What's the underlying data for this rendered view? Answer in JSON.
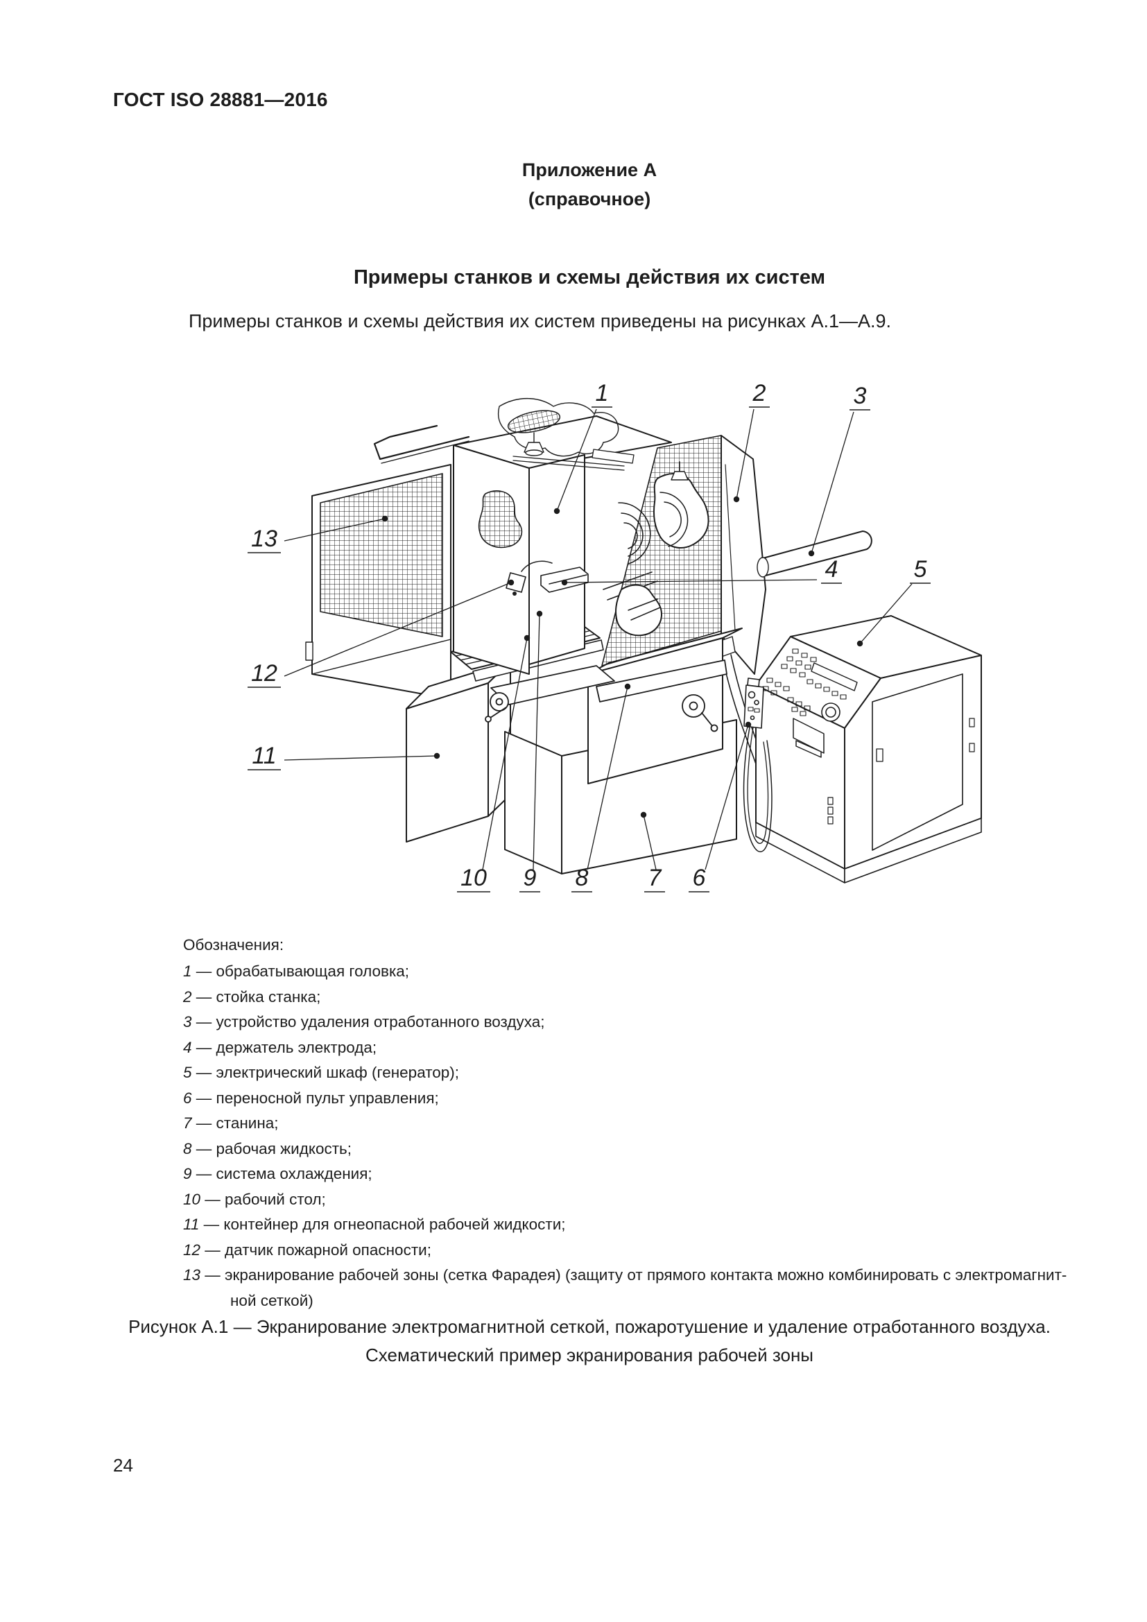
{
  "page": {
    "header": "ГОСТ ISO 28881—2016",
    "appendix": {
      "title": "Приложение А",
      "subtitle": "(справочное)"
    },
    "section_title": "Примеры станков и схемы действия их систем",
    "intro": "Примеры станков и схемы действия их систем приведены на рисунках А.1—А.9.",
    "page_number": "24"
  },
  "figure": {
    "callouts": [
      "1",
      "2",
      "3",
      "4",
      "5",
      "6",
      "7",
      "8",
      "9",
      "10",
      "11",
      "12",
      "13"
    ],
    "ink_color": "#1c1c1c",
    "background": "#ffffff"
  },
  "legend": {
    "heading": "Обозначения:",
    "dash": " — ",
    "items": [
      {
        "num": "1",
        "text": "обрабатывающая головка;"
      },
      {
        "num": "2",
        "text": "стойка станка;"
      },
      {
        "num": "3",
        "text": "устройство удаления отработанного воздуха;"
      },
      {
        "num": "4",
        "text": "держатель электрода;"
      },
      {
        "num": "5",
        "text": "электрический шкаф (генератор);"
      },
      {
        "num": "6",
        "text": "переносной пульт управления;"
      },
      {
        "num": "7",
        "text": "станина;"
      },
      {
        "num": "8",
        "text": "рабочая жидкость;"
      },
      {
        "num": "9",
        "text": "система охлаждения;"
      },
      {
        "num": "10",
        "text": "рабочий стол;"
      },
      {
        "num": "11",
        "text": "контейнер для огнеопасной рабочей жидкости;"
      },
      {
        "num": "12",
        "text": "датчик пожарной опасности;"
      },
      {
        "num": "13",
        "text": "экранирование рабочей зоны (сетка Фарадея) (защиту от прямого контакта можно комбинировать с электромагнит-",
        "text2": "ной сеткой)"
      }
    ]
  },
  "caption": {
    "line1": "Рисунок А.1 — Экранирование электромагнитной сеткой, пожаротушение и удаление отработанного воздуха.",
    "line2": "Схематический пример экранирования рабочей зоны"
  }
}
